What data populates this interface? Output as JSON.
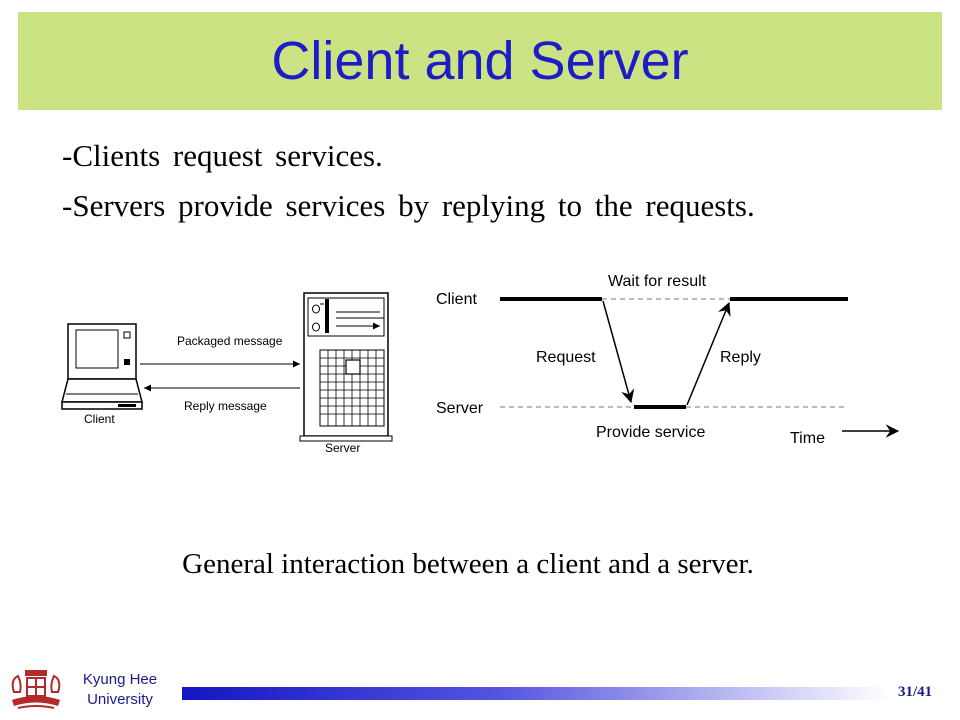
{
  "slide": {
    "title": "Client and Server",
    "bullets": [
      "-Clients request services.",
      "-Servers provide services by replying to the requests."
    ],
    "caption": "General interaction between a client and a server."
  },
  "left_diagram": {
    "client_label": "Client",
    "server_label": "Server",
    "request_arrow_label": "Packaged message",
    "reply_arrow_label": "Reply message"
  },
  "timing_diagram": {
    "client_label": "Client",
    "server_label": "Server",
    "wait_label": "Wait for result",
    "request_label": "Request",
    "reply_label": "Reply",
    "service_label": "Provide service",
    "time_label": "Time"
  },
  "footer": {
    "university_line1": "Kyung Hee",
    "university_line2": "University",
    "page": "31/41"
  },
  "colors": {
    "title_band": "#cce384",
    "title_text": "#1c1cc8",
    "footer_text": "#1a1a8c"
  }
}
